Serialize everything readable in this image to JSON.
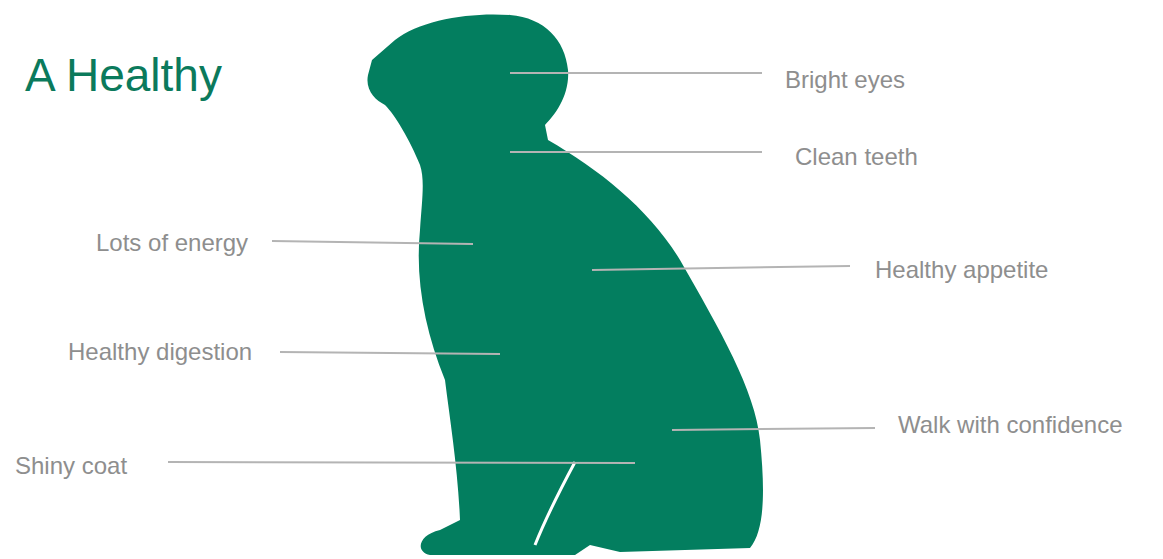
{
  "diagram": {
    "title": "A Healthy",
    "labels": [
      "Bright eyes",
      "Clean teeth",
      "Lots of energy",
      "Healthy appetite",
      "Healthy digestion",
      "Walk with confidence",
      "Shiny coat"
    ]
  }
}
